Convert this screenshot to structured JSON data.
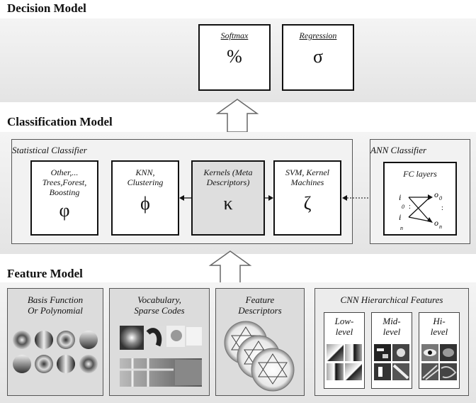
{
  "decision": {
    "title": "Decision Model",
    "softmax": {
      "label": "Softmax",
      "symbol": "%"
    },
    "regression": {
      "label": "Regression",
      "symbol": "σ"
    }
  },
  "classification": {
    "title": "Classification Model",
    "statistical": {
      "title": "Statistical Classifier",
      "other": {
        "label": "Other,...\nTrees,Forest,\nBoosting",
        "symbol": "φ"
      },
      "knn": {
        "label": "KNN,\nClustering",
        "symbol": "ϕ"
      },
      "kernels": {
        "label": "Kernels (Meta\nDescriptors)",
        "symbol": "κ"
      },
      "svm": {
        "label": "SVM, Kernel\nMachines",
        "symbol": "ζ"
      }
    },
    "ann": {
      "title": "ANN Classifier",
      "fc_label": "FC layers",
      "i0": "i",
      "i0_sub": "0",
      "in": "i",
      "in_sub": "n",
      "o0": "o",
      "o0_sub": "0",
      "on": "o",
      "on_sub": "n",
      "ellipsis": ":"
    }
  },
  "feature": {
    "title": "Feature Model",
    "basis": "Basis Function\nOr Polynomial",
    "vocab": "Vocabulary,\nSparse Codes",
    "descriptors": "Feature\nDescriptors",
    "cnn": {
      "title": "CNN Hierarchical Features",
      "low": "Low-\nlevel",
      "mid": "Mid-\nlevel",
      "hi": "Hi-\nlevel"
    }
  }
}
